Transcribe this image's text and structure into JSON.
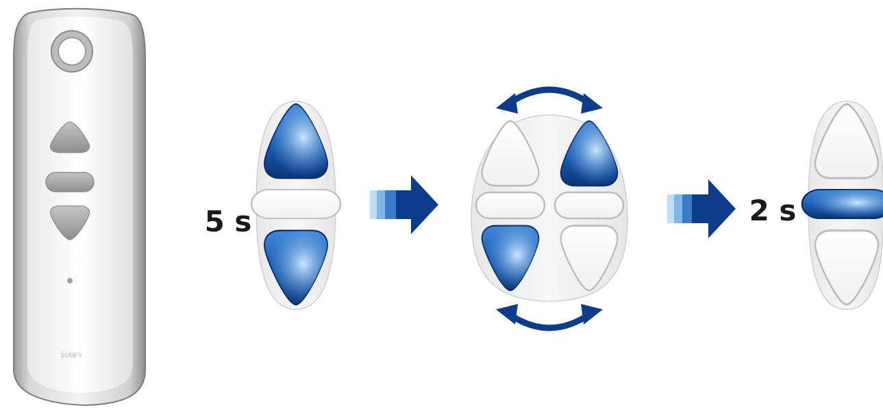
{
  "remote": {
    "brand_text": "SOMFY"
  },
  "steps": [
    {
      "duration_label": "5 s",
      "pressed_buttons": [
        "up",
        "down"
      ]
    },
    {
      "duration_label": "",
      "pressed_buttons": [
        "up-right",
        "down-left"
      ]
    },
    {
      "duration_label": "2 s",
      "pressed_buttons": [
        "stop"
      ]
    }
  ],
  "colors": {
    "pressed_blue": "#1f5bb0",
    "arrow_blue": "#0d3c8c",
    "arrow_light": "#7fb8e6",
    "body_grey": "#d6d6d6"
  },
  "icons": [
    "remote-control-icon",
    "process-arrow-icon",
    "swap-arrow-icon"
  ]
}
